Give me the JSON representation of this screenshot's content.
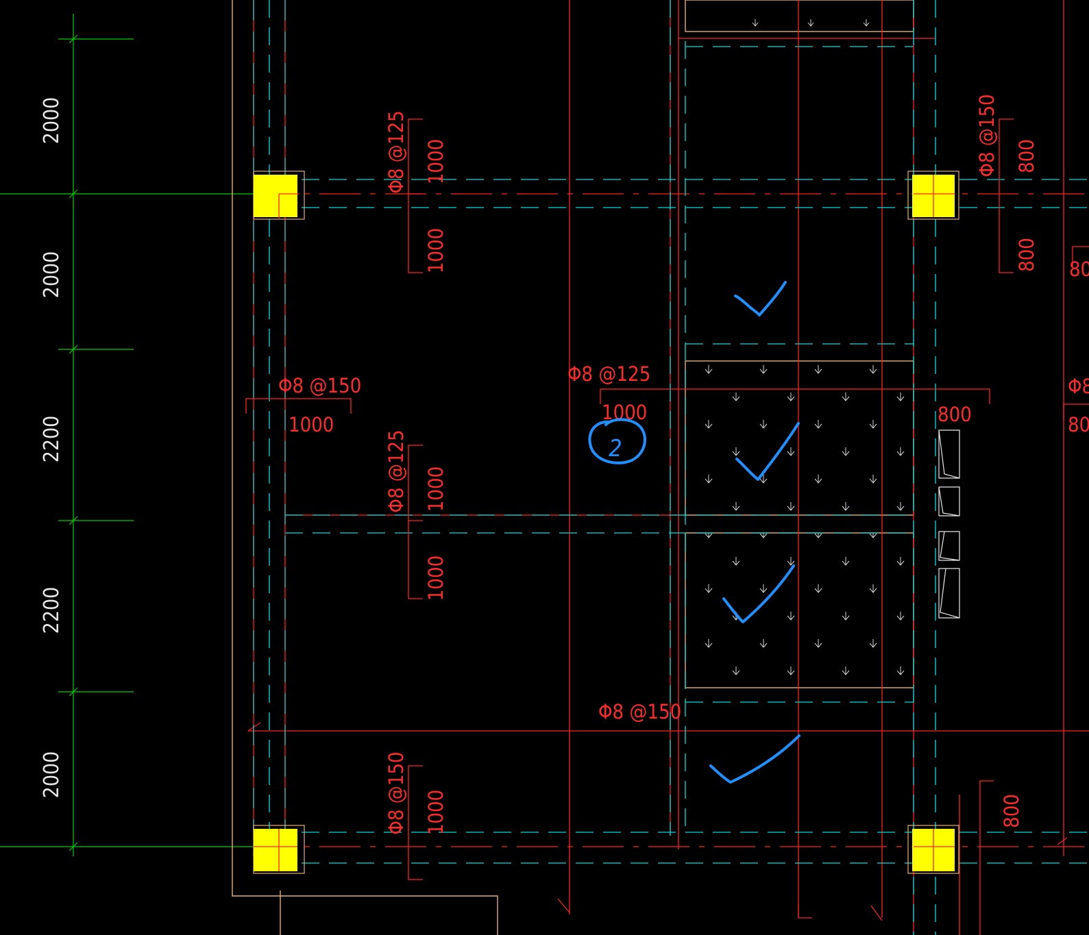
{
  "colors": {
    "background": "#000000",
    "wall_outline": "#ff2020",
    "center_line": "#00e0e0",
    "dim_line": "#00d000",
    "rebar": "#ff2020",
    "column_fill": "#ffff00",
    "slab_outline": "#e6b070",
    "hatch": "#d8d8d8",
    "markup": "#1e90ff"
  },
  "dimensions_left": [
    "2000",
    "2000",
    "2200",
    "2200",
    "2000"
  ],
  "rebar": {
    "top_bar_left": {
      "spec": "Φ8 @125",
      "len_top": "1000",
      "len_bottom": "1000"
    },
    "top_bar_right": {
      "spec": "Φ8 @150",
      "len_top": "800",
      "len_bottom": "800",
      "cut": "80"
    },
    "left_span": {
      "spec": "Φ8 @150",
      "len": "1000"
    },
    "mid_span": {
      "spec": "Φ8 @125",
      "len": "1000"
    },
    "right_span": {
      "len": "800",
      "cut_spec": "Φ8",
      "cut_len": "80"
    },
    "center_bar": {
      "spec": "Φ8 @125",
      "len_top": "1000",
      "len_bottom": "1000"
    },
    "lower_label": {
      "spec": "Φ8 @150"
    },
    "bottom_bar_left": {
      "spec": "Φ8 @150",
      "len": "1000"
    },
    "bottom_bar_right": {
      "len": "800"
    }
  },
  "markup": {
    "circled_number": "2",
    "checkmark_count": 4
  }
}
